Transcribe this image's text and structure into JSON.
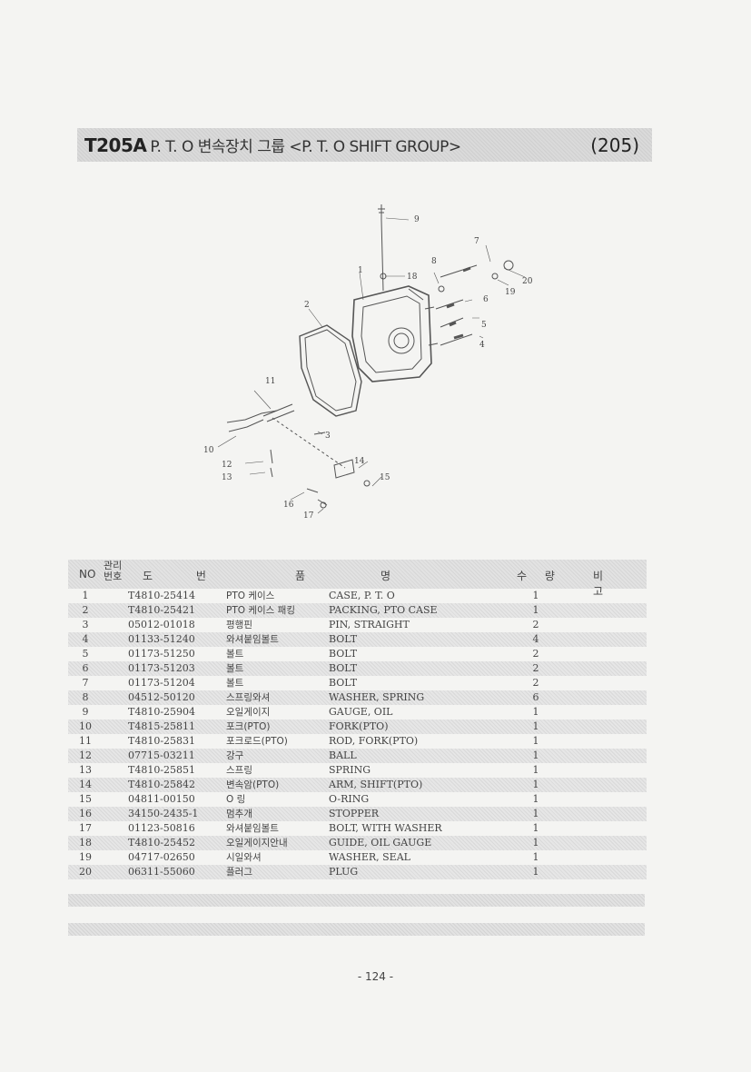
{
  "header": {
    "code": "T205A",
    "title": "P. T. O 변속장치 그룹 <P. T. O SHIFT GROUP>",
    "group_no": "(205)"
  },
  "diagram_labels": [
    "1",
    "2",
    "3",
    "4",
    "5",
    "6",
    "7",
    "8",
    "9",
    "10",
    "11",
    "12",
    "13",
    "14",
    "15",
    "16",
    "17",
    "18",
    "19",
    "20"
  ],
  "table": {
    "headers": {
      "no": "NO",
      "mgmt_no": "관리\n번호",
      "drawing": "도 번",
      "name_a": "품",
      "name_b": "명",
      "qty": "수 량",
      "remarks": "비 고"
    },
    "rows": [
      {
        "no": "1",
        "part": "T4810-25414",
        "kor": "PTO 케이스",
        "eng": "CASE, P. T. O",
        "qty": "1"
      },
      {
        "no": "2",
        "part": "T4810-25421",
        "kor": "PTO 케이스 패킹",
        "eng": "PACKING, PTO CASE",
        "qty": "1"
      },
      {
        "no": "3",
        "part": "05012-01018",
        "kor": "평행핀",
        "eng": "PIN, STRAIGHT",
        "qty": "2"
      },
      {
        "no": "4",
        "part": "01133-51240",
        "kor": "와셔붙임볼트",
        "eng": "BOLT",
        "qty": "4"
      },
      {
        "no": "5",
        "part": "01173-51250",
        "kor": "볼트",
        "eng": "BOLT",
        "qty": "2"
      },
      {
        "no": "6",
        "part": "01173-51203",
        "kor": "볼트",
        "eng": "BOLT",
        "qty": "2"
      },
      {
        "no": "7",
        "part": "01173-51204",
        "kor": "볼트",
        "eng": "BOLT",
        "qty": "2"
      },
      {
        "no": "8",
        "part": "04512-50120",
        "kor": "스프링와셔",
        "eng": "WASHER, SPRING",
        "qty": "6"
      },
      {
        "no": "9",
        "part": "T4810-25904",
        "kor": "오일게이지",
        "eng": "GAUGE, OIL",
        "qty": "1"
      },
      {
        "no": "10",
        "part": "T4815-25811",
        "kor": "포크(PTO)",
        "eng": "FORK(PTO)",
        "qty": "1"
      },
      {
        "no": "11",
        "part": "T4810-25831",
        "kor": "포크로드(PTO)",
        "eng": "ROD, FORK(PTO)",
        "qty": "1"
      },
      {
        "no": "12",
        "part": "07715-03211",
        "kor": "강구",
        "eng": "BALL",
        "qty": "1"
      },
      {
        "no": "13",
        "part": "T4810-25851",
        "kor": "스프링",
        "eng": "SPRING",
        "qty": "1"
      },
      {
        "no": "14",
        "part": "T4810-25842",
        "kor": "변속암(PTO)",
        "eng": "ARM, SHIFT(PTO)",
        "qty": "1"
      },
      {
        "no": "15",
        "part": "04811-00150",
        "kor": "O 링",
        "eng": "O-RING",
        "qty": "1"
      },
      {
        "no": "16",
        "part": "34150-2435-1",
        "kor": "멈추개",
        "eng": "STOPPER",
        "qty": "1"
      },
      {
        "no": "17",
        "part": "01123-50816",
        "kor": "와셔붙임볼트",
        "eng": "BOLT, WITH WASHER",
        "qty": "1"
      },
      {
        "no": "18",
        "part": "T4810-25452",
        "kor": "오일게이지안내",
        "eng": "GUIDE, OIL GAUGE",
        "qty": "1"
      },
      {
        "no": "19",
        "part": "04717-02650",
        "kor": "시일와셔",
        "eng": "WASHER, SEAL",
        "qty": "1"
      },
      {
        "no": "20",
        "part": "06311-55060",
        "kor": "플러그",
        "eng": "PLUG",
        "qty": "1"
      }
    ]
  },
  "footer": {
    "page": "- 124 -"
  }
}
